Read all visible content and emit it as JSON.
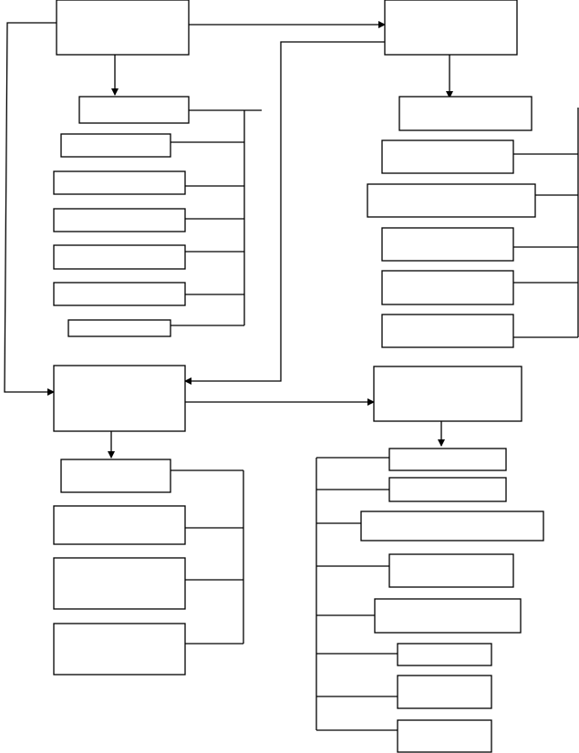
{
  "diagram": {
    "line_color": "#000000",
    "box_fill": "#ffffff",
    "nodes": [
      {
        "id": "main-a",
        "label": ""
      },
      {
        "id": "main-b",
        "label": ""
      },
      {
        "id": "main-c",
        "label": ""
      },
      {
        "id": "main-d",
        "label": ""
      },
      {
        "id": "a-1",
        "label": ""
      },
      {
        "id": "a-2",
        "label": ""
      },
      {
        "id": "a-3",
        "label": ""
      },
      {
        "id": "a-4",
        "label": ""
      },
      {
        "id": "a-5",
        "label": ""
      },
      {
        "id": "a-6",
        "label": ""
      },
      {
        "id": "a-7",
        "label": ""
      },
      {
        "id": "b-1",
        "label": ""
      },
      {
        "id": "b-2",
        "label": ""
      },
      {
        "id": "b-3",
        "label": ""
      },
      {
        "id": "b-4",
        "label": ""
      },
      {
        "id": "b-5",
        "label": ""
      },
      {
        "id": "b-6",
        "label": ""
      },
      {
        "id": "c-1",
        "label": ""
      },
      {
        "id": "c-2",
        "label": ""
      },
      {
        "id": "c-3",
        "label": ""
      },
      {
        "id": "c-4",
        "label": ""
      },
      {
        "id": "d-1",
        "label": ""
      },
      {
        "id": "d-2",
        "label": ""
      },
      {
        "id": "d-3",
        "label": ""
      },
      {
        "id": "d-4",
        "label": ""
      },
      {
        "id": "d-5",
        "label": ""
      },
      {
        "id": "d-6",
        "label": ""
      },
      {
        "id": "d-7",
        "label": ""
      },
      {
        "id": "d-8",
        "label": ""
      }
    ]
  }
}
